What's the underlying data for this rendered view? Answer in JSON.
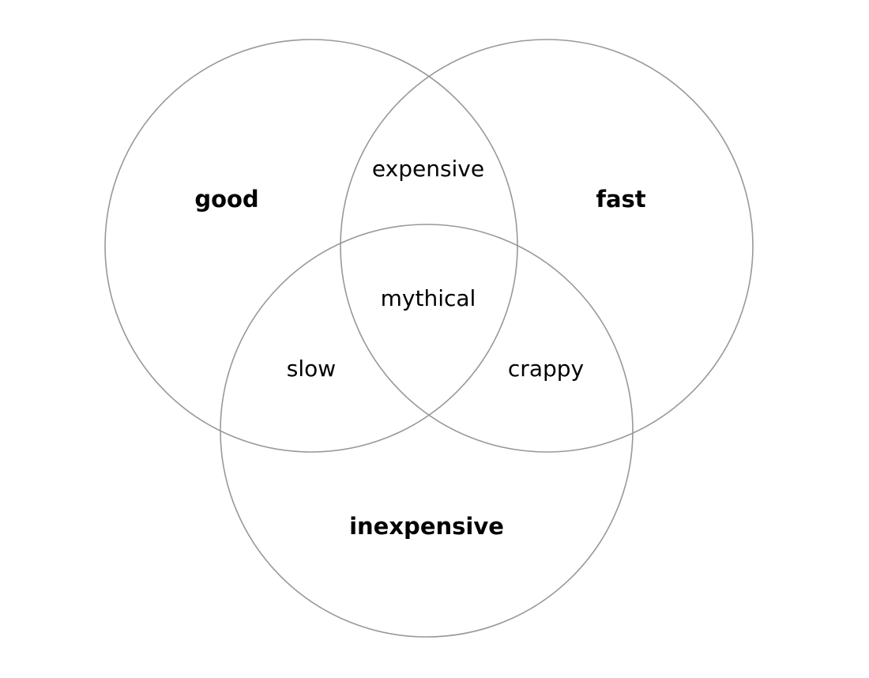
{
  "diagram": {
    "style": {
      "circle_stroke": "#999999",
      "text_color": "#000000",
      "background": "#ffffff"
    },
    "sets": {
      "good": "good",
      "fast": "fast",
      "inexpensive": "inexpensive"
    },
    "intersections": {
      "good_and_fast": "expensive",
      "good_and_inexpensive": "slow",
      "fast_and_inexpensive": "crappy",
      "all_three": "mythical"
    }
  }
}
